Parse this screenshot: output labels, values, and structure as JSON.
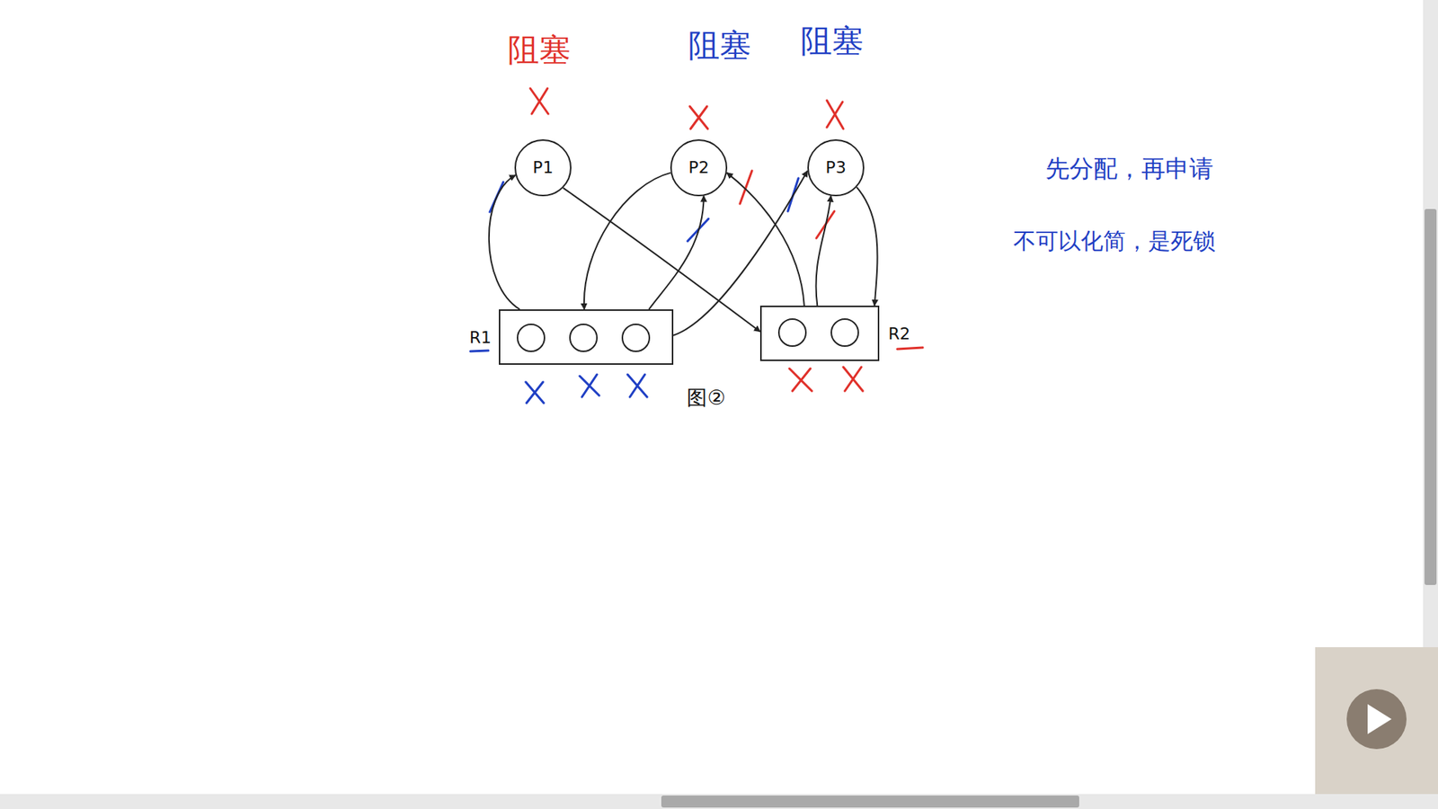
{
  "diagram": {
    "caption": "图②",
    "nodes": [
      {
        "text": [
          "P1"
        ]
      },
      {
        "text": [
          "P2"
        ]
      },
      {
        "text": [
          "P3"
        ]
      },
      {
        "text": [
          "R1"
        ]
      },
      {
        "text": [
          "R2"
        ]
      }
    ],
    "edges": [
      {
        "from": 3,
        "to": 0,
        "arrow": "to"
      },
      {
        "from": 0,
        "to": 4,
        "arrow": "to"
      },
      {
        "from": 1,
        "to": 3,
        "arrow": "to"
      },
      {
        "from": 3,
        "to": 1,
        "arrow": "to"
      },
      {
        "from": 3,
        "to": 2,
        "arrow": "to"
      },
      {
        "from": 4,
        "to": 1,
        "arrow": "to"
      },
      {
        "from": 4,
        "to": 2,
        "arrow": "to"
      },
      {
        "from": 2,
        "to": 4,
        "arrow": "to"
      }
    ],
    "labels": [
      "阻塞",
      "阻塞",
      "阻塞",
      "先分配，再申请",
      "不可以化简，是死锁"
    ]
  }
}
